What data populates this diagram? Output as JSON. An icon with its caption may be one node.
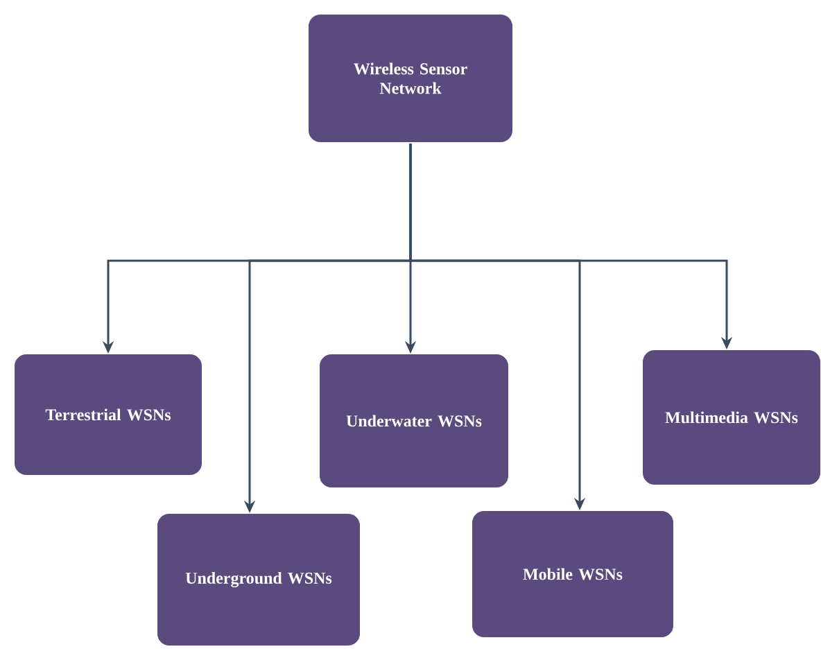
{
  "diagram": {
    "nodes": [
      {
        "text": [
          "Wireless Sensor Network"
        ]
      },
      {
        "text": [
          "Terrestrial WSNs"
        ]
      },
      {
        "text": [
          "Underground WSNs"
        ]
      },
      {
        "text": [
          "Underwater WSNs"
        ]
      },
      {
        "text": [
          "Mobile WSNs"
        ]
      },
      {
        "text": [
          "Multimedia WSNs"
        ]
      }
    ],
    "edges": [
      {
        "from": 0,
        "to": 1,
        "arrow": "to"
      },
      {
        "from": 0,
        "to": 2,
        "arrow": "to"
      },
      {
        "from": 0,
        "to": 3,
        "arrow": "to"
      },
      {
        "from": 0,
        "to": 4,
        "arrow": "to"
      },
      {
        "from": 0,
        "to": 5,
        "arrow": "to"
      }
    ]
  }
}
